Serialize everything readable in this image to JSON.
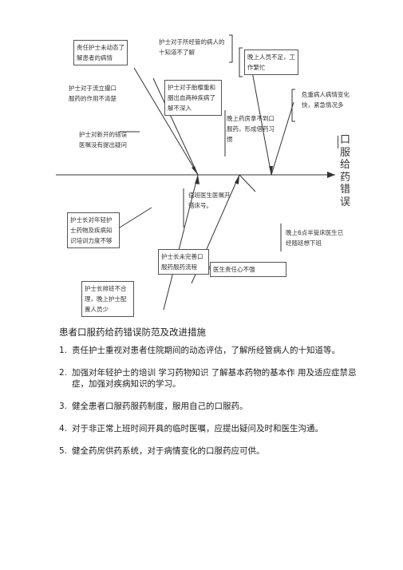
{
  "diagram": {
    "head": "口服给药错误",
    "causes": [
      {
        "id": "c1",
        "text": "责任护士未动态了解患者的病情"
      },
      {
        "id": "c2",
        "text": "护士对于所经管的病人的十知道不了解"
      },
      {
        "id": "c3",
        "text": "晚上人员不足，工作繁忙"
      },
      {
        "id": "c4",
        "text": "护士对于流立撮口服药的作用不清楚"
      },
      {
        "id": "c5",
        "text": "护士对于胎樱重和胭出血两种疾病了解不深入"
      },
      {
        "id": "c6",
        "text": "危重病人病情变化快，紧急情况多"
      },
      {
        "id": "c7",
        "text": "晚上药房拿不到口服药，形成借药习惯"
      },
      {
        "id": "c8",
        "text": "护士对新开的错误医嘱没有提出疑问"
      },
      {
        "id": "c9",
        "text": "值班医生医嘱开错床号。"
      },
      {
        "id": "c10",
        "text": "护士长对年轻护士药物及疾病知识培训力度不够"
      },
      {
        "id": "c11",
        "text": "晚上6点半管床医生已经随班想下班"
      },
      {
        "id": "c12",
        "text": "护士长未完善口服药服药流程"
      },
      {
        "id": "c13",
        "text": "医生责任心不强"
      },
      {
        "id": "c14",
        "text": "护士长排班不合理，晚上护士配置人员少"
      }
    ]
  },
  "section": {
    "title": "患者口服药给药错误防范及改进措施",
    "items": [
      {
        "num": "1.",
        "text": "责任护士重视对患者住院期间的动态评估，了解所经管病人的十知道等。"
      },
      {
        "num": "2.",
        "text": "加强对年轻护士的培训 学习药物知识 了解基本药物的基本作 用及适应症禁忌症，加强对疾病知识的学习。"
      },
      {
        "num": "3.",
        "text": "健全患者口服药服药制度，服用自己的口服药。"
      },
      {
        "num": "4.",
        "text": "对于非正常上班时间开具的临时医嘱，应提出疑问及时和医生沟通。"
      },
      {
        "num": "5.",
        "text": "健全药房供药系统，对于病情变化的口服药应可供。"
      }
    ]
  }
}
